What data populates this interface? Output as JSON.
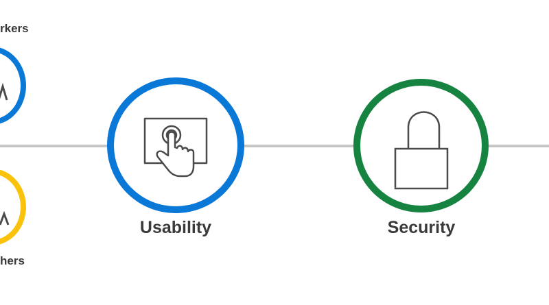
{
  "colors": {
    "blue": "#0a78d7",
    "green": "#168340",
    "yellow": "#fbc20c",
    "line": "#c6c6c6",
    "icon_stroke": "#4a4a4a",
    "text": "#3a3a3a"
  },
  "nodes": {
    "workers": {
      "label": "rkers",
      "icon": "person-icon",
      "color": "blue"
    },
    "partners": {
      "label": "hers",
      "icon": "person-icon",
      "color": "yellow"
    },
    "usability": {
      "label": "Usability",
      "icon": "touch-screen-icon",
      "color": "blue"
    },
    "security": {
      "label": "Security",
      "icon": "padlock-icon",
      "color": "green"
    }
  }
}
